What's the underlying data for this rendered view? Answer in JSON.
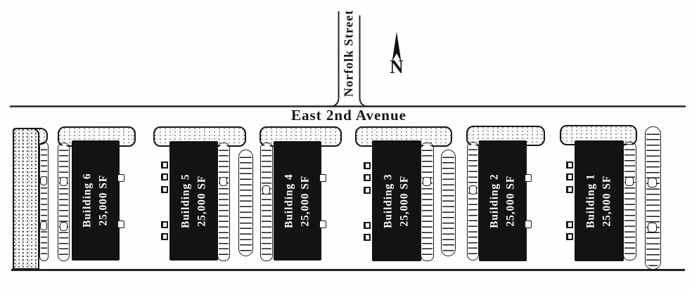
{
  "streets": {
    "north_south": "Norfolk Street",
    "east_west": "East 2nd Avenue"
  },
  "compass": {
    "label": "N"
  },
  "buildings": [
    {
      "name": "Building 6",
      "area": "25,000 SF"
    },
    {
      "name": "Building 5",
      "area": "25,000 SF"
    },
    {
      "name": "Building 4",
      "area": "25,000 SF"
    },
    {
      "name": "Building 3",
      "area": "25,000 SF"
    },
    {
      "name": "Building 2",
      "area": "25,000 SF"
    },
    {
      "name": "Building 1",
      "area": "25,000 SF"
    }
  ],
  "colors": {
    "ink": "#1a1a1a",
    "building_fill": "#131313",
    "building_text": "#ffffff"
  }
}
